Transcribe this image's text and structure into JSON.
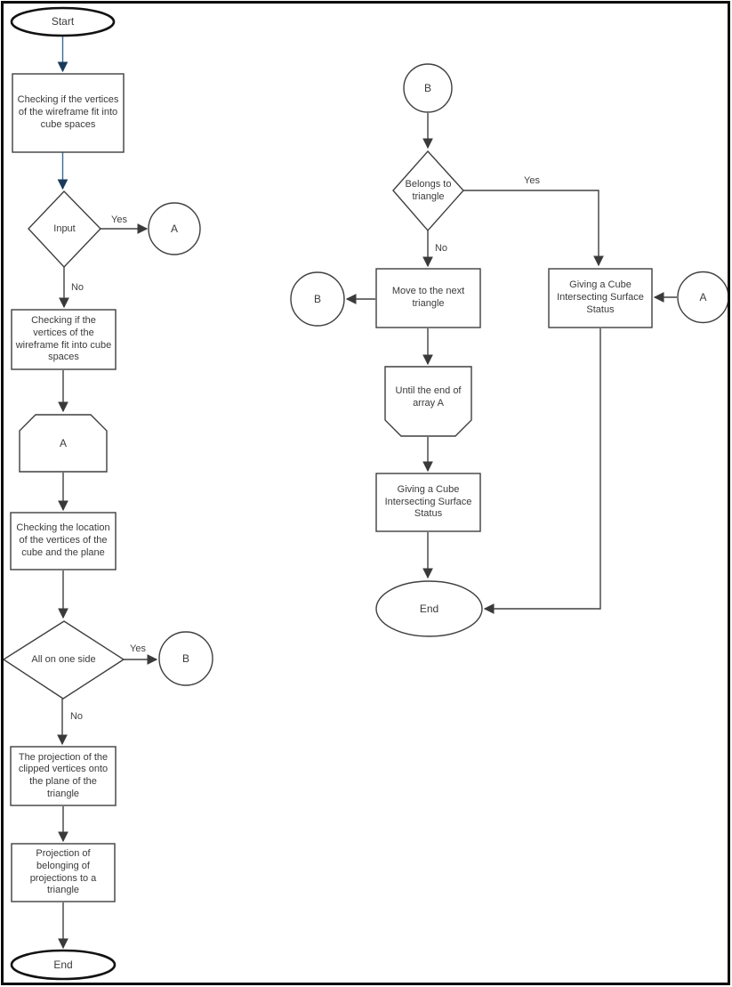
{
  "nodes": {
    "start": {
      "label": "Start",
      "type": "terminator"
    },
    "check_vertices_1": {
      "label": "Checking if the vertices of the wireframe fit into cube spaces",
      "type": "process"
    },
    "input_decision": {
      "label": "Input",
      "type": "decision"
    },
    "connector_a_left": {
      "label": "A",
      "type": "connector"
    },
    "check_vertices_2": {
      "label": "Checking if the vertices of the wireframe fit into cube spaces",
      "type": "process"
    },
    "loop_a": {
      "label": "A",
      "type": "loop-limit"
    },
    "check_location": {
      "label": "Checking the location of the vertices of the cube and the plane",
      "type": "process"
    },
    "all_on_one_side": {
      "label": "All on one side",
      "type": "decision"
    },
    "connector_b_left": {
      "label": "B",
      "type": "connector"
    },
    "projection_clipped": {
      "label": "The projection of the clipped vertices onto the plane of the triangle",
      "type": "process"
    },
    "projection_belonging": {
      "label": "Projection of belonging of projections to a triangle",
      "type": "process"
    },
    "end_left": {
      "label": "End",
      "type": "terminator"
    },
    "connector_b_top": {
      "label": "B",
      "type": "connector"
    },
    "belongs_to_triangle": {
      "label": "Belongs to triangle",
      "type": "decision"
    },
    "connector_b_mid": {
      "label": "B",
      "type": "connector"
    },
    "move_next_triangle": {
      "label": "Move to the next triangle",
      "type": "process"
    },
    "until_end_array_a": {
      "label": "Until the end of array A",
      "type": "loop-limit"
    },
    "giving_status_center": {
      "label": "Giving a Cube Intersecting Surface Status",
      "type": "process"
    },
    "end_right": {
      "label": "End",
      "type": "terminator"
    },
    "giving_status_right": {
      "label": "Giving a Cube Intersecting Surface Status",
      "type": "process"
    },
    "connector_a_right": {
      "label": "A",
      "type": "connector"
    }
  },
  "edge_labels": {
    "input_yes": "Yes",
    "input_no": "No",
    "all_on_one_side_yes": "Yes",
    "all_on_one_side_no": "No",
    "belongs_yes": "Yes",
    "belongs_no": "No"
  },
  "colors": {
    "accent_arrow": "#2d5c86",
    "line": "#404040",
    "frame_border": "#0d0d0d",
    "shape_fill": "#ffffff"
  }
}
